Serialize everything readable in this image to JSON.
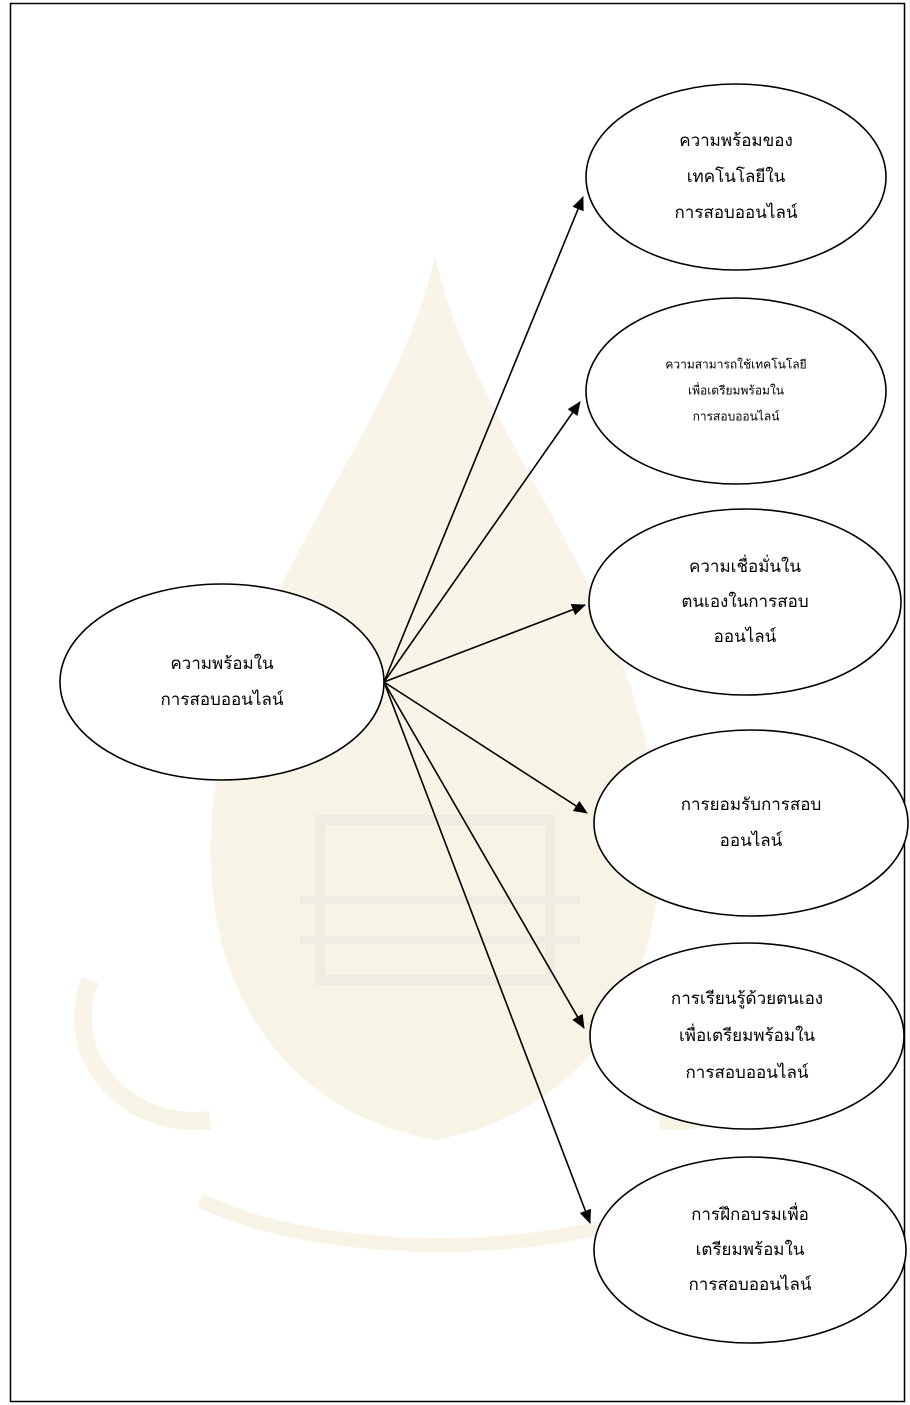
{
  "diagram": {
    "center_node": {
      "lines": [
        "ความพร้อมใน",
        "การสอบออนไลน์"
      ]
    },
    "outcome_nodes": [
      {
        "id": "tech-readiness",
        "lines": [
          "ความพร้อมของ",
          "เทคโนโลยีใน",
          "การสอบออนไลน์"
        ]
      },
      {
        "id": "tech-ability",
        "lines": [
          "ความสามารถใช้เทคโนโลยี",
          "เพื่อเตรียมพร้อมใน",
          "การสอบออนไลน์"
        ]
      },
      {
        "id": "self-confidence",
        "lines": [
          "ความเชื่อมั่นใน",
          "ตนเองในการสอบ",
          "ออนไลน์"
        ]
      },
      {
        "id": "acceptance",
        "lines": [
          "การยอมรับการสอบ",
          "ออนไลน์"
        ]
      },
      {
        "id": "self-learning",
        "lines": [
          "การเรียนรู้ด้วยตนเอง",
          "เพื่อเตรียมพร้อมใน",
          "การสอบออนไลน์"
        ]
      },
      {
        "id": "training",
        "lines": [
          "การฝึกอบรมเพื่อ",
          "เตรียมพร้อมใน",
          "การสอบออนไลน์"
        ]
      }
    ],
    "colors": {
      "stroke": "#000000",
      "fill": "#ffffff",
      "watermark": "#c9b24a"
    }
  }
}
